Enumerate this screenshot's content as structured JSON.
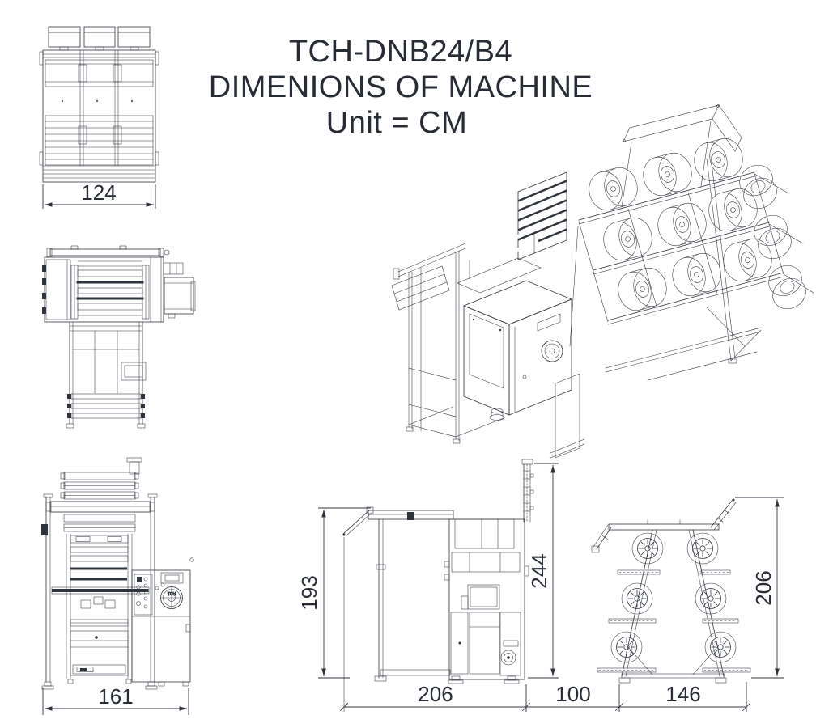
{
  "title": {
    "model": "TCH-DNB24/B4",
    "heading": "DIMENIONS OF MACHINE",
    "unit": "Unit = CM"
  },
  "dimensions": {
    "top_view_width": "124",
    "front_view_width": "161",
    "side_stand_height": "193",
    "side_total_height": "244",
    "side_depth": "206",
    "machine_to_creel_gap": "100",
    "creel_width": "146",
    "creel_height": "206"
  },
  "logo": {
    "brand": "TCH"
  },
  "colors": {
    "line": "#2f343c",
    "text": "#272c34",
    "background": "#ffffff"
  }
}
